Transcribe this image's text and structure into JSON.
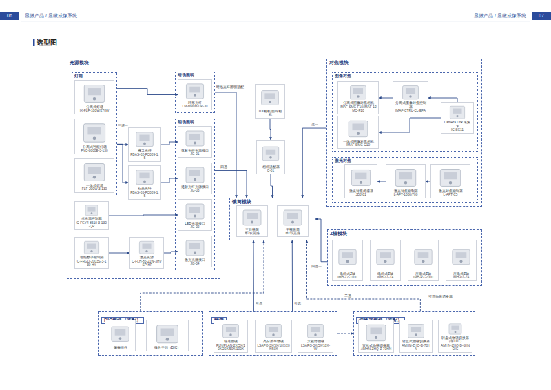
{
  "diagram": {
    "title": "选型图",
    "nodes": [
      {
        "text": [
          "光源模块"
        ]
      },
      {
        "text": [
          "灯箱"
        ],
        "in": 0
      },
      {
        "text": [
          "分离式灯箱",
          "IX-FLF-100W/270W"
        ],
        "in": 1
      },
      {
        "text": [
          "分离式智能灯箱",
          "FNC-8000E-3-130"
        ],
        "in": 1
      },
      {
        "text": [
          "一体式灯箱",
          "FLF-200W-3-130"
        ],
        "in": 1
      },
      {
        "text": [
          "液导光纤",
          "FDAS-02-FC009-1.5"
        ],
        "in": 0
      },
      {
        "text": [
          "石英光纤",
          "FDAS-03-FC009-1.5"
        ],
        "in": 0
      },
      {
        "text": [
          "点光源控制器",
          "C-FGY4-8610-3-130-QP"
        ],
        "in": 0
      },
      {
        "text": [
          "智能数字控制器",
          "C-FRGD-2003S-3-130-HY"
        ],
        "in": 0
      },
      {
        "text": [
          "激光光源",
          "C-FLH-85-21W-3HV-SP-HF"
        ],
        "in": 0
      },
      {
        "text": [
          "暗场照明"
        ],
        "in": 0
      },
      {
        "text": [
          "环形光纤",
          "LM-MM-M-DP-30"
        ],
        "in": 10
      },
      {
        "text": [
          "明场照明"
        ],
        "in": 0
      },
      {
        "text": [
          "落射光纤光源接口",
          "JG-01"
        ],
        "in": 12
      },
      {
        "text": [
          "透射光纤光源接口",
          "JG-03"
        ],
        "in": 12
      },
      {
        "text": [
          "LED光源接口",
          "JG-02"
        ],
        "in": 12
      },
      {
        "text": [
          "激光光源接口",
          "JG-04"
        ],
        "in": 12
      },
      {
        "text": [
          "TDI相机/面阵相机"
        ]
      },
      {
        "text": [
          "相机适配器",
          "C-01"
        ]
      },
      {
        "text": [
          "镜筒模块"
        ]
      },
      {
        "text": [
          "三目镜筒",
          "单/双光路"
        ],
        "in": 19
      },
      {
        "text": [
          "平视镜筒",
          "单/双光路"
        ],
        "in": 19
      },
      {
        "text": [
          "对焦模块"
        ]
      },
      {
        "text": [
          "图像对焦"
        ],
        "in": 22
      },
      {
        "text": [
          "分离式图像对焦相机",
          "IMAF-SMC-F10/IMAF-12MC-F10"
        ],
        "in": 23
      },
      {
        "text": [
          "分离式图像对焦控制器",
          "IMAF-CTRL-CL-EFA"
        ],
        "in": 23
      },
      {
        "text": [
          "Camera Link 采集卡",
          "IC-SC11"
        ],
        "in": 23
      },
      {
        "text": [
          "一体式图像对焦相机",
          "IMAF-SMC-C10"
        ],
        "in": 23
      },
      {
        "text": [
          "激光对焦"
        ],
        "in": 22
      },
      {
        "text": [
          "激光对焦传感器",
          "JDJ-01"
        ],
        "in": 28
      },
      {
        "text": [
          "激光对焦控制器",
          "L-AFT-1000/700"
        ],
        "in": 28
      },
      {
        "text": [
          "激光对焦控制器",
          "L-AFT-C5"
        ],
        "in": 28
      },
      {
        "text": [
          "Z轴模块"
        ]
      },
      {
        "text": [
          "电机式Z轴",
          "IMH-ZZ-1000"
        ],
        "in": 32
      },
      {
        "text": [
          "电机式Z轴",
          "IMH-ZZ-1A"
        ],
        "in": 32
      },
      {
        "text": [
          "压电式Z轴",
          "IMH-PZ-2000"
        ],
        "in": 32
      },
      {
        "text": [
          "压电式Z轴",
          "IMH-PZ-2A"
        ],
        "in": 32
      },
      {
        "text": [
          "DIC模块（选配）"
        ]
      },
      {
        "text": [
          "偏振组件"
        ],
        "in": 37
      },
      {
        "text": [
          "微分干涉（DIC）"
        ],
        "in": 37
      },
      {
        "text": [
          "物镜"
        ]
      },
      {
        "text": [
          "标准物镜",
          "PLN/PLAN-2X/5X/10X/20X/50X/100X"
        ],
        "in": 40
      },
      {
        "text": [
          "高分辨率物镜",
          "LSAPO-3X/5X/10X/20X/50X"
        ],
        "in": 40
      },
      {
        "text": [
          "大视野物镜",
          "LSAPO-3X/5X/10X-W"
        ],
        "in": 40
      },
      {
        "text": [
          "切换器模块（选配）"
        ]
      },
      {
        "text": [
          "直线式物镜切换器",
          "AMHN-ZHQ-Z-70HN"
        ],
        "in": 44
      },
      {
        "text": [
          "转盘式物镜切换器",
          "AMHN-ZHQ-D-70HN"
        ],
        "in": 44
      },
      {
        "text": [
          "转盘式物镜切换器（带DIC）",
          "AMHN-ZHQ-D-6HNDIC"
        ],
        "in": 44
      }
    ],
    "edges": [
      {
        "from": 1,
        "to": 11,
        "arrow": "to"
      },
      {
        "from": 1,
        "to": 5,
        "arrow": "to"
      },
      {
        "from": 1,
        "to": 6,
        "arrow": "to"
      },
      {
        "from": 5,
        "to": 13,
        "arrow": "to"
      },
      {
        "from": 6,
        "to": 14,
        "arrow": "to"
      },
      {
        "from": 7,
        "to": 15,
        "arrow": "to"
      },
      {
        "from": 8,
        "to": 9,
        "arrow": "to"
      },
      {
        "from": 9,
        "to": 16,
        "arrow": "to"
      },
      {
        "from": 10,
        "to": 19,
        "arrow": "to",
        "label": "暗场光纤照明适配"
      },
      {
        "from": 12,
        "to": 19,
        "arrow": "to",
        "label": "四选一"
      },
      {
        "from": 17,
        "to": 18,
        "arrow": "to"
      },
      {
        "from": 18,
        "to": 19,
        "arrow": "to"
      },
      {
        "from": 22,
        "to": 19,
        "arrow": "to",
        "label": "二选一"
      },
      {
        "from": 25,
        "to": 24,
        "arrow": "to"
      },
      {
        "from": 26,
        "to": 25,
        "arrow": "to"
      },
      {
        "from": 26,
        "to": 27,
        "arrow": "to"
      },
      {
        "from": 30,
        "to": 29,
        "arrow": "to"
      },
      {
        "from": 31,
        "to": 30,
        "arrow": "to"
      },
      {
        "from": 32,
        "to": 19,
        "arrow": "to",
        "label": "四选一"
      },
      {
        "from": 40,
        "to": 19,
        "arrow": "to",
        "label": "可选"
      },
      {
        "from": 40,
        "to": 19,
        "arrow": "to",
        "label": "可选"
      },
      {
        "from": 37,
        "to": 19,
        "arrow": "to"
      },
      {
        "from": 44,
        "to": 19,
        "arrow": "to",
        "label": "二选一"
      },
      {
        "from": 40,
        "to": 44,
        "arrow": "to"
      }
    ],
    "labels": [
      "06",
      "显微产品 / 显微成像系统",
      "显微产品 / 显微成像系统",
      "07",
      "三进一",
      "可选物镜切换器"
    ]
  }
}
